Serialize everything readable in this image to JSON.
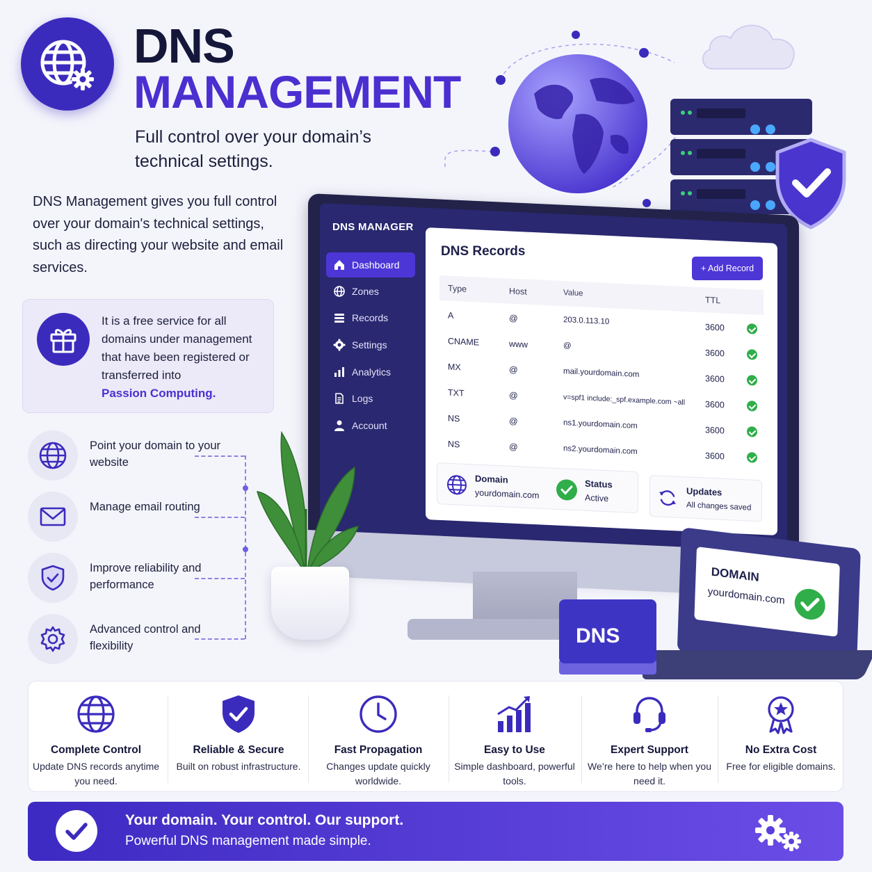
{
  "header": {
    "title_line1": "DNS",
    "title_line2": "MANAGEMENT",
    "subtitle": "Full control over your domain’s technical settings."
  },
  "intro": "DNS Management gives you full control over your domain's technical settings, such as directing your website and email services.",
  "free_box": {
    "text": "It is a free service for all domains under management that have been registered or transferred into",
    "brand": "Passion Computing."
  },
  "features": [
    {
      "icon": "globe-icon",
      "text": "Point your domain to your website"
    },
    {
      "icon": "mail-icon",
      "text": "Manage email routing"
    },
    {
      "icon": "shield-check-icon",
      "text": "Improve reliability and performance"
    },
    {
      "icon": "gear-icon",
      "text": "Advanced control and flexibility"
    }
  ],
  "dashboard": {
    "app_title": "DNS MANAGER",
    "nav": [
      {
        "label": "Dashboard",
        "icon": "home-icon",
        "active": true
      },
      {
        "label": "Zones",
        "icon": "globe-icon",
        "active": false
      },
      {
        "label": "Records",
        "icon": "list-icon",
        "active": false
      },
      {
        "label": "Settings",
        "icon": "gear-icon",
        "active": false
      },
      {
        "label": "Analytics",
        "icon": "bar-chart-icon",
        "active": false
      },
      {
        "label": "Logs",
        "icon": "document-icon",
        "active": false
      },
      {
        "label": "Account",
        "icon": "user-icon",
        "active": false
      }
    ],
    "panel_title": "DNS Records",
    "add_button": "+ Add Record",
    "columns": [
      "Type",
      "Host",
      "Value",
      "TTL"
    ],
    "records": [
      {
        "type": "A",
        "host": "@",
        "value": "203.0.113.10",
        "ttl": "3600"
      },
      {
        "type": "CNAME",
        "host": "www",
        "value": "@",
        "ttl": "3600"
      },
      {
        "type": "MX",
        "host": "@",
        "value": "mail.yourdomain.com",
        "ttl": "3600"
      },
      {
        "type": "TXT",
        "host": "@",
        "value": "v=spf1 include:_spf.example.com ~all",
        "ttl": "3600"
      },
      {
        "type": "NS",
        "host": "@",
        "value": "ns1.yourdomain.com",
        "ttl": "3600"
      },
      {
        "type": "NS",
        "host": "@",
        "value": "ns2.yourdomain.com",
        "ttl": "3600"
      }
    ],
    "domain_card": {
      "label": "Domain",
      "value": "yourdomain.com"
    },
    "status_card": {
      "label": "Status",
      "value": "Active"
    },
    "updates_card": {
      "label": "Updates",
      "value": "All changes saved"
    }
  },
  "laptop": {
    "label": "DOMAIN",
    "value": "yourdomain.com"
  },
  "dns_block": "DNS",
  "bottom_features": [
    {
      "icon": "globe-icon",
      "title": "Complete Control",
      "desc": "Update DNS records anytime you need."
    },
    {
      "icon": "shield-check-icon",
      "title": "Reliable & Secure",
      "desc": "Built on robust infrastructure."
    },
    {
      "icon": "clock-icon",
      "title": "Fast Propagation",
      "desc": "Changes update quickly worldwide."
    },
    {
      "icon": "growth-chart-icon",
      "title": "Easy to Use",
      "desc": "Simple dashboard, powerful tools."
    },
    {
      "icon": "headset-icon",
      "title": "Expert Support",
      "desc": "We’re here to help when you need it."
    },
    {
      "icon": "award-badge-icon",
      "title": "No Extra Cost",
      "desc": "Free for eligible domains."
    }
  ],
  "banner": {
    "line1": "Your domain. Your control. Our support.",
    "line2": "Powerful DNS management made simple."
  },
  "colors": {
    "primary": "#3b2bbd",
    "accent": "#4d36d6",
    "success": "#2fae4a",
    "background": "#f4f5fb"
  }
}
